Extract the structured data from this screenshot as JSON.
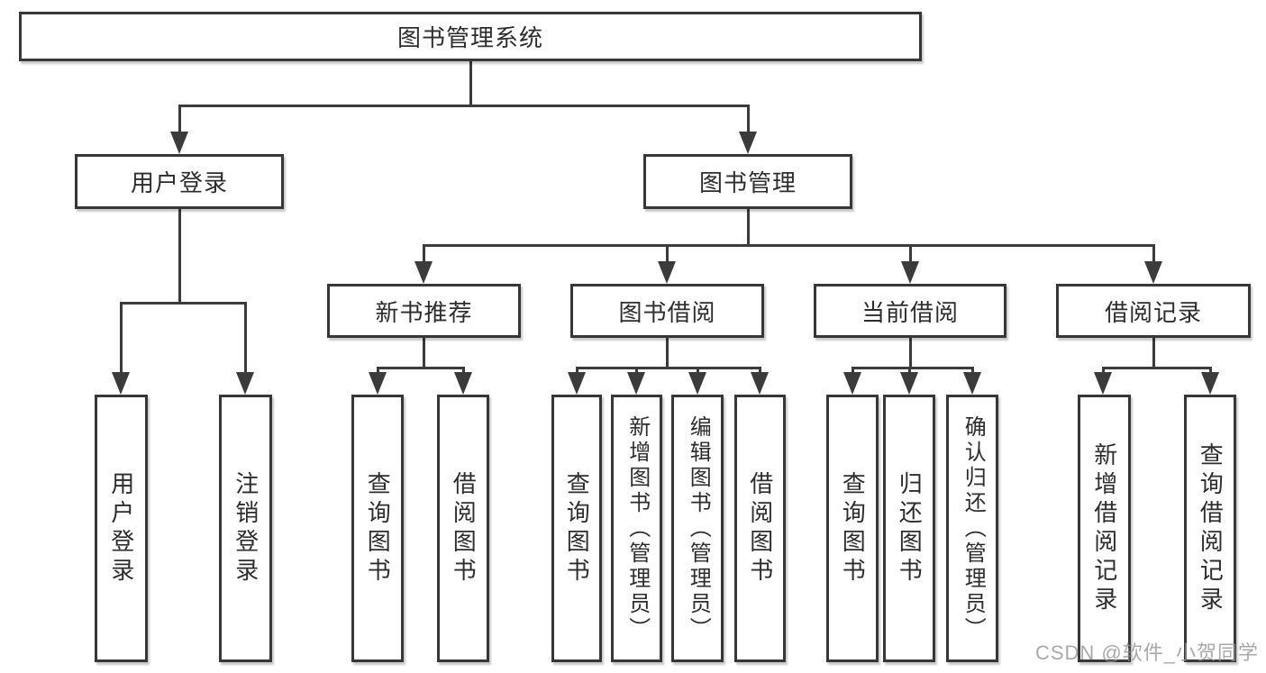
{
  "tree": {
    "label": "图书管理系统",
    "children": [
      {
        "label": "用户登录",
        "children": [
          {
            "label": "用户登录"
          },
          {
            "label": "注销登录"
          }
        ]
      },
      {
        "label": "图书管理",
        "children": [
          {
            "label": "新书推荐",
            "children": [
              {
                "label": "查询图书"
              },
              {
                "label": "借阅图书"
              }
            ]
          },
          {
            "label": "图书借阅",
            "children": [
              {
                "label": "查询图书"
              },
              {
                "label": "新增图书（管理员）"
              },
              {
                "label": "编辑图书（管理员）"
              },
              {
                "label": "借阅图书"
              }
            ]
          },
          {
            "label": "当前借阅",
            "children": [
              {
                "label": "查询图书"
              },
              {
                "label": "归还图书"
              },
              {
                "label": "确认归还（管理员）"
              }
            ]
          },
          {
            "label": "借阅记录",
            "children": [
              {
                "label": "新增借阅记录"
              },
              {
                "label": "查询借阅记录"
              }
            ]
          }
        ]
      }
    ]
  },
  "watermark": {
    "text": "CSDN @软件_小贺同学"
  },
  "colors": {
    "line": "#3b3b3b",
    "text": "#2d2d2d",
    "background": "#ffffff",
    "watermark": "#999999"
  }
}
